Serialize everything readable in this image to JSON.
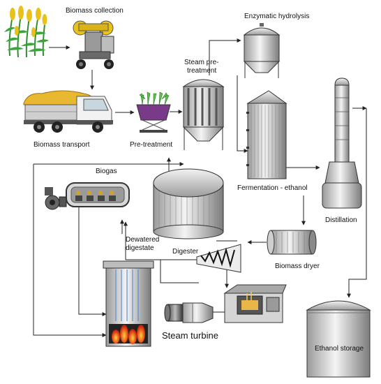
{
  "labels": {
    "biomass_collection": "Biomass collection",
    "enzymatic_hydrolysis": "Enzymatic hydrolysis",
    "steam_pretreatment_1": "Steam pre-",
    "steam_pretreatment_2": "treatment",
    "biomass_transport": "Biomass transport",
    "pre_treatment": "Pre-treatment",
    "fermentation": "Fermentation - ethanol",
    "biogas": "Biogas",
    "distillation": "Distillation",
    "dewatered_1": "Dewatered",
    "dewatered_2": "digestate",
    "digester": "Digester",
    "biomass_dryer": "Biomass dryer",
    "steam_turbine": "Steam turbine",
    "ethanol_storage": "Ethanol storage"
  },
  "colors": {
    "line": "#222222",
    "metal_light": "#e6e6e6",
    "metal_dark": "#8a8a8a",
    "crop_green": "#3aa53a",
    "corn_yellow": "#e8c21a",
    "straw": "#e8b830",
    "fire": "#e53b1a"
  }
}
